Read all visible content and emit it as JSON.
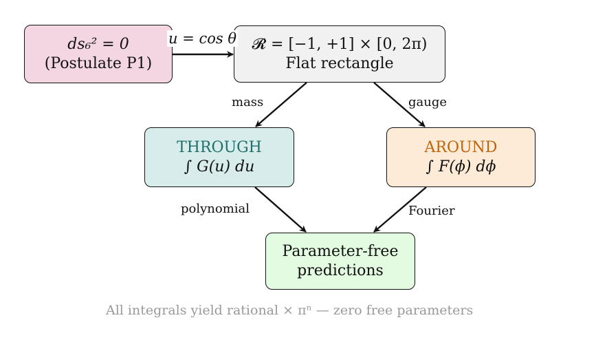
{
  "nodes": {
    "postulate": {
      "line1": "ds₆² = 0",
      "line2": "(Postulate P1)",
      "fill": "#f4d6e2"
    },
    "rectangle": {
      "line1": "𝓡 = [−1, +1] × [0, 2π)",
      "line2": "Flat rectangle",
      "fill": "#f1f1f1"
    },
    "through": {
      "line1": "THROUGH",
      "line2": "∫ G(u) du",
      "fill": "#d7eceb",
      "title_color": "#1f6f6a"
    },
    "around": {
      "line1": "AROUND",
      "line2": "∫ F(ϕ) dϕ",
      "fill": "#fdebd7",
      "title_color": "#c0640c"
    },
    "predictions": {
      "line1": "Parameter-free",
      "line2": "predictions",
      "fill": "#e3fbe1"
    }
  },
  "edges": {
    "postulate_to_rectangle": "u = cos θ",
    "rectangle_to_through": "mass",
    "rectangle_to_around": "gauge",
    "through_to_predictions": "polynomial",
    "around_to_predictions": "Fourier"
  },
  "footer": "All integrals yield rational × πⁿ — zero free parameters"
}
